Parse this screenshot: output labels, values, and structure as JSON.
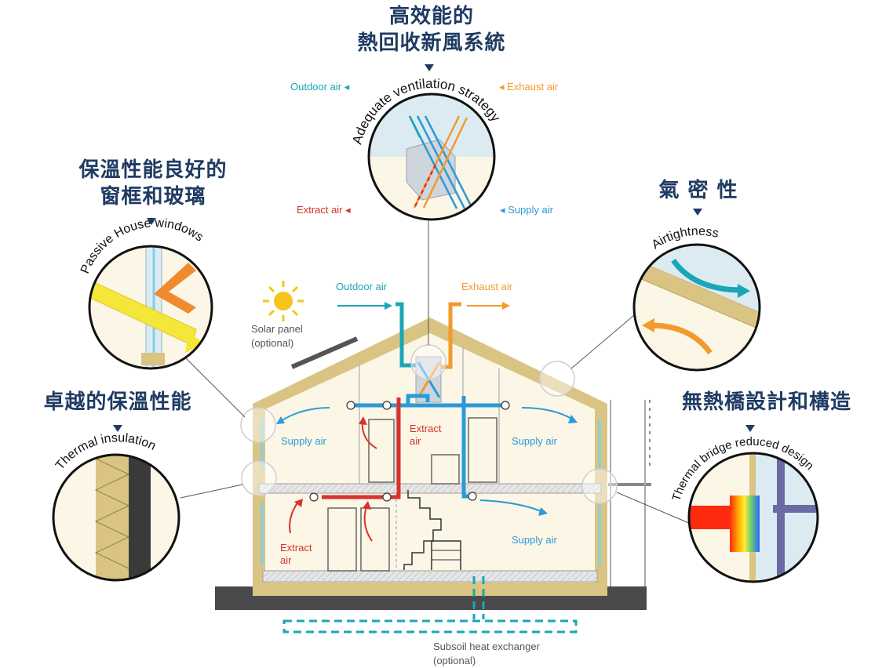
{
  "headings": {
    "ventilation": [
      "高效能的",
      "熱回收新風系統"
    ],
    "windows": [
      "保溫性能良好的",
      "窗框和玻璃"
    ],
    "airtight": "氣 密 性",
    "insulation": "卓越的保溫性能",
    "thermal_bridge": "無熱橋設計和構造"
  },
  "circle_titles": {
    "ventilation": "Adequate ventilation strategy",
    "windows": "Passive House windows",
    "airtight": "Airtightness",
    "insulation": "Thermal insulation",
    "thermal_bridge": "Thermal bridge reduced design"
  },
  "labels": {
    "outdoor_air": "Outdoor air",
    "exhaust_air": "Exhaust air",
    "extract_air": "Extract air",
    "supply_air": "Supply air",
    "outdoor_air_house": "Outdoor air",
    "exhaust_air_house": "Exhaust air",
    "solar_panel": "Solar panel",
    "optional": "(optional)",
    "supply_air_left": "Supply air",
    "supply_air_right": "Supply air",
    "supply_air_lower": "Supply air",
    "extract_air_center_1": "Extract",
    "extract_air_center_2": "air",
    "extract_air_lower_1": "Extract",
    "extract_air_lower_2": "air",
    "subsoil": "Subsoil heat exchanger",
    "subsoil_optional": "(optional)"
  },
  "colors": {
    "heading": "#1f3b63",
    "supply": "#2a9bd8",
    "outdoor": "#1aa6b7",
    "extract": "#d8322c",
    "exhaust": "#f39a2c",
    "insulation": "#d9c483",
    "interior": "#fbf6e6",
    "ground": "#4a4a4c"
  },
  "icons": {
    "sun": "sun-icon",
    "fan": "fan-icon",
    "arrow": "triangle-down-icon"
  }
}
